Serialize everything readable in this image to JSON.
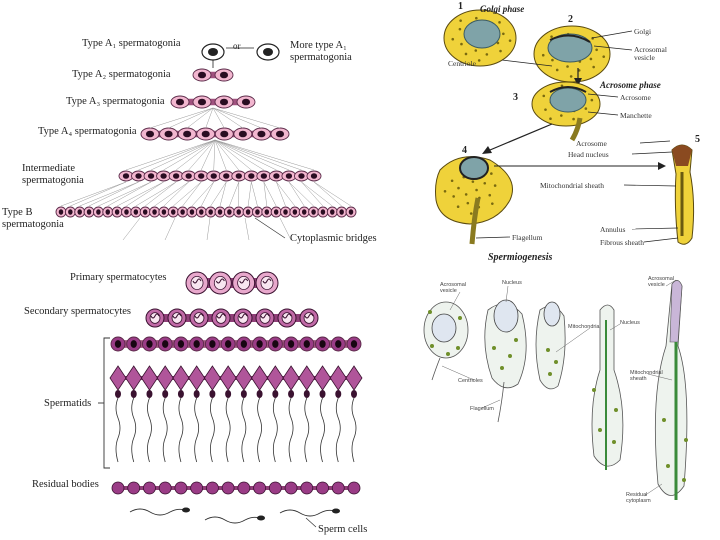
{
  "left_top": {
    "type_a1": "Type A₁ spermatogonia",
    "or": "or",
    "more_type_a1": [
      "More type A₁",
      "spermatogonia"
    ],
    "type_a2": "Type A₂ spermatogonia",
    "type_a3": "Type A₃ spermatogonia",
    "type_a4": "Type A₄ spermatogonia",
    "intermediate": [
      "Intermediate",
      "spermatogonia"
    ],
    "type_b": [
      "Type B",
      "spermatogonia"
    ],
    "bridges": "Cytoplasmic bridges"
  },
  "left_bottom": {
    "primary": "Primary spermatocytes",
    "secondary": "Secondary spermatocytes",
    "spermatids": "Spermatids",
    "residual": "Residual bodies",
    "sperm": "Sperm cells"
  },
  "right_top": {
    "n1": "1",
    "n2": "2",
    "n3": "3",
    "n4": "4",
    "n5": "5",
    "golgi_phase": "Golgi phase",
    "golgi": "Golgi",
    "acrosomal_vesicle": [
      "Acrosomal",
      "vesicle"
    ],
    "centriole": "Centriole",
    "acrosome_phase": "Acrosome phase",
    "acrosome": "Acrosome",
    "manchette": "Manchette",
    "acrosome_5": "Acrosome",
    "head_nucleus": "Head nucleus",
    "mito_sheath": "Mitochondrial sheath",
    "annulus": "Annulus",
    "fibrous_sheath": "Fibrous sheath",
    "flagellum": "Flagellum",
    "title": "Spermiogenesis"
  },
  "right_bottom": {
    "acrosomal_vesicle": [
      "Acrosomal",
      "vesicle"
    ],
    "nucleus": "Nucleus",
    "centrioles": "Centrioles",
    "flagellum": "Flagellum",
    "mitochondria": "Mitochondria",
    "nucleus2": "Nucleus",
    "mito_sheath": [
      "Mitochondrial",
      "sheath"
    ],
    "acrosomal_vesicle2": [
      "Acrosomal",
      "vesicle"
    ],
    "residual_cytoplasm": [
      "Residual",
      "cytoplasm"
    ]
  },
  "colors": {
    "spermatogonia": "#f2b6cf",
    "spermatocyte": "#c16aa7",
    "nucleus_dark": "#2a0d22",
    "golgi_yellow": "#efd23a",
    "golgi_nucleus": "#7fa3a8",
    "line_green": "#3a8a3a"
  }
}
